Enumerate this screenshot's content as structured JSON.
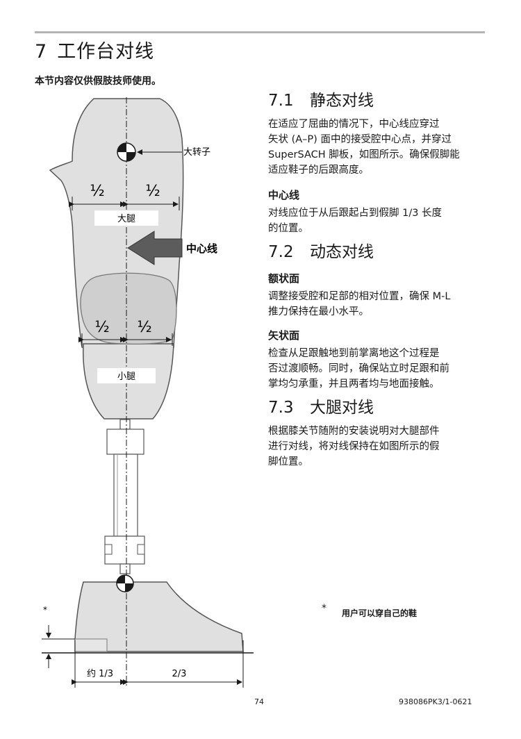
{
  "chapter": {
    "number": "7",
    "title": "工作台对线"
  },
  "intro": "本节内容仅供假肢技师使用。",
  "sections": {
    "s71": {
      "number": "7.1",
      "title": "静态对线",
      "body": [
        "在适应了屈曲的情况下，中心线应穿过",
        "矢状 (A–P) 面中的接受腔中心点，并穿过",
        "SuperSACH 脚板，如图所示。确保假脚能",
        "适应鞋子的后跟高度。"
      ],
      "sub": {
        "title": "中心线",
        "body": [
          "对线应位于从后跟起占到假脚 1/3 长度",
          "的位置。"
        ]
      }
    },
    "s72": {
      "number": "7.2",
      "title": "动态对线",
      "sub1": {
        "title": "额状面",
        "body": [
          "调整接受腔和足部的相对位置，确保 M-L",
          "推力保持在最小水平。"
        ]
      },
      "sub2": {
        "title": "矢状面",
        "body": [
          "检查从足跟触地到前掌离地这个过程是",
          "否过渡顺畅。同时，确保站立时足跟和前",
          "掌均匀承重，并且两者均与地面接触。"
        ]
      }
    },
    "s73": {
      "number": "7.3",
      "title": "大腿对线",
      "body": [
        "根据膝关节随附的安装说明对大腿部件",
        "进行对线，将对线保持在如图所示的假",
        "脚位置。"
      ]
    }
  },
  "figure": {
    "trochanter_label": "大转子",
    "thigh_label": "大腿",
    "shank_label": "小腿",
    "centerline_label": "中心线",
    "half_label": "½",
    "foot_third_label": "约 1/3",
    "foot_two_thirds_label": "2/3",
    "asterisk": "*"
  },
  "footnote": {
    "marker": "*",
    "text": "用户可以穿自己的鞋"
  },
  "footer": {
    "page": "74",
    "code": "938086PK3/1-0621"
  }
}
